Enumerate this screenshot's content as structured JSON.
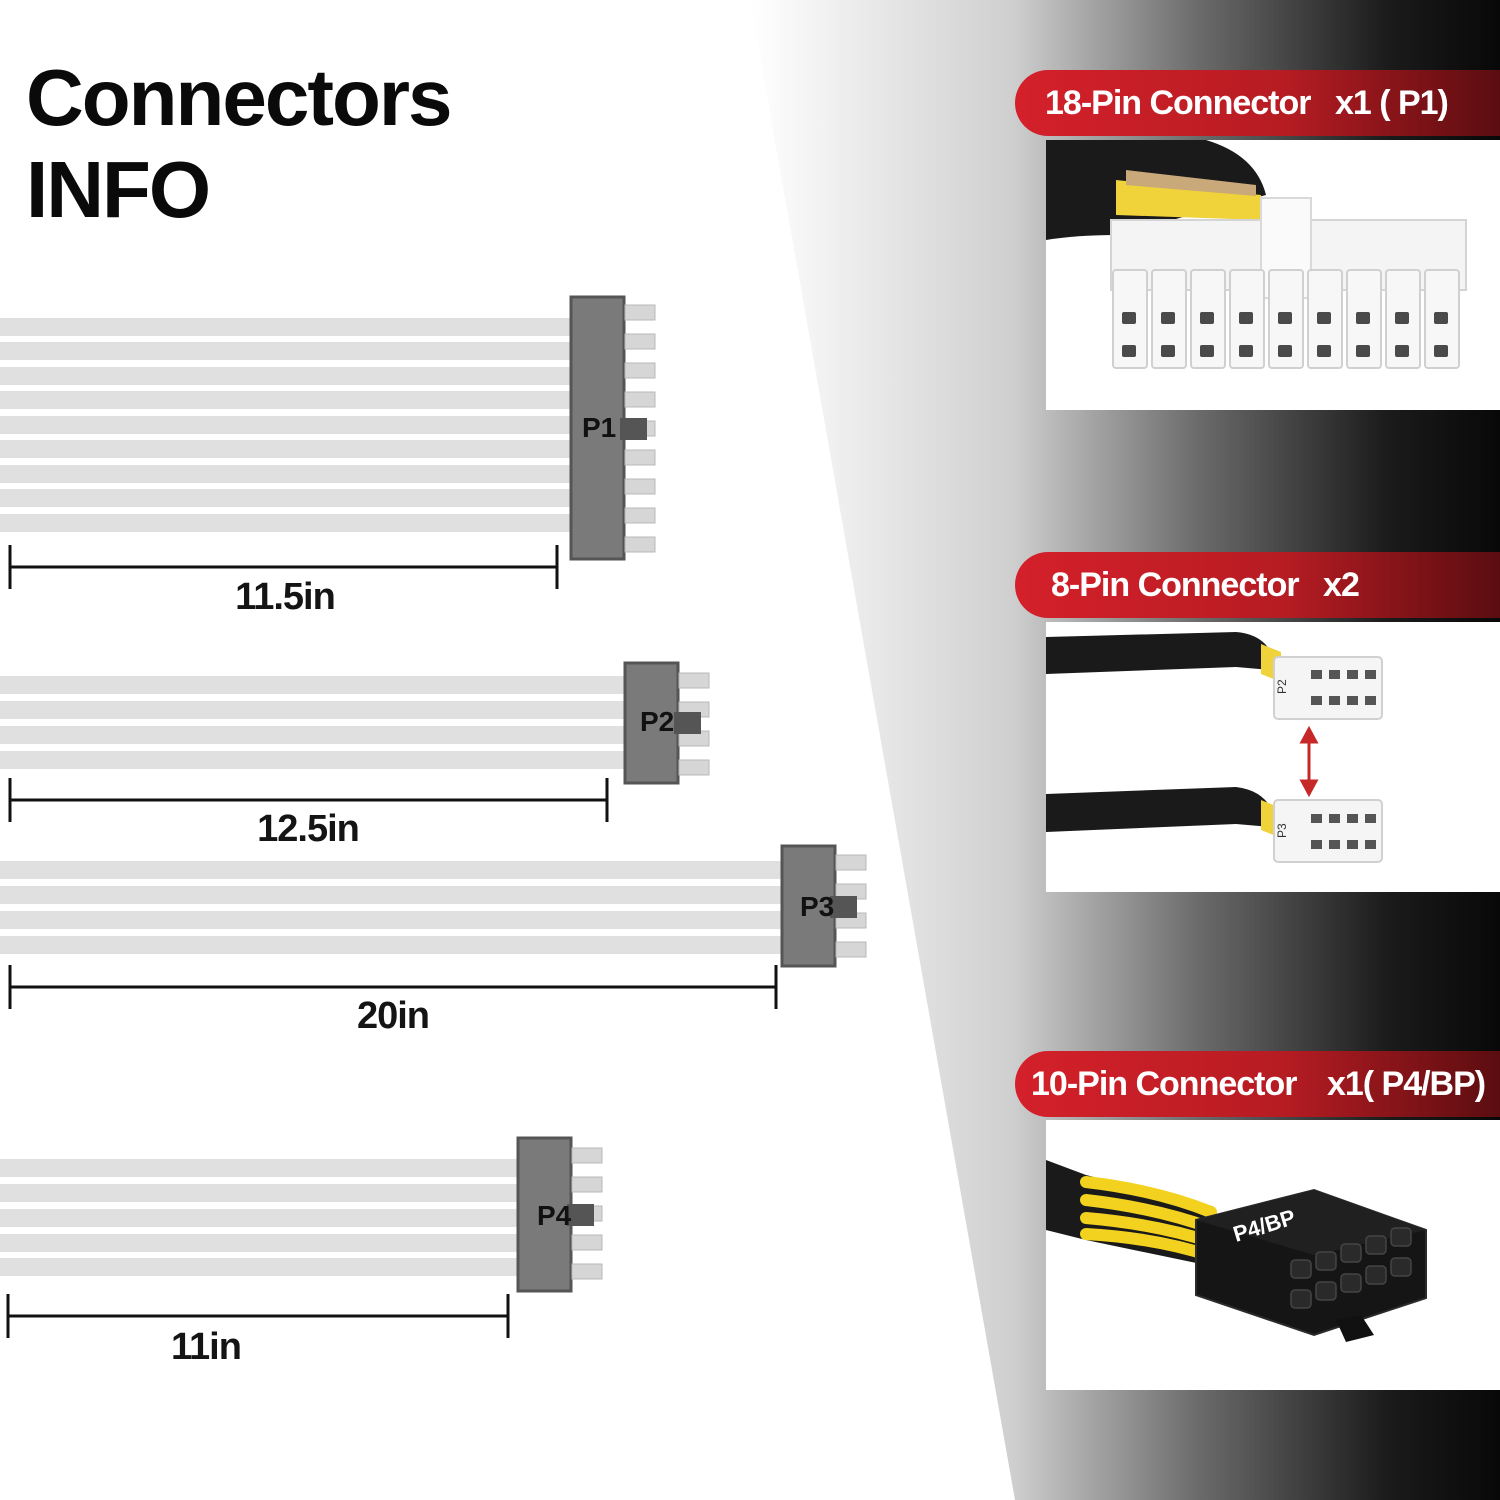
{
  "page": {
    "title_line1": "Connectors",
    "title_line2": "INFO"
  },
  "diagram": {
    "cables": [
      {
        "id": "P1",
        "label": "P1",
        "length": "11.5in"
      },
      {
        "id": "P2",
        "label": "P2",
        "length": "12.5in"
      },
      {
        "id": "P3",
        "label": "P3",
        "length": "20in"
      },
      {
        "id": "P4",
        "label": "P4",
        "length": "11in"
      }
    ]
  },
  "connectors": [
    {
      "name": "18-Pin Connector",
      "qty": "x1 ( P1)"
    },
    {
      "name": "8-Pin Connector",
      "qty": "x2",
      "tags": [
        "P2",
        "P3"
      ]
    },
    {
      "name": "10-Pin Connector",
      "qty": "x1( P4/BP)",
      "tag": "P4/BP"
    }
  ],
  "colors": {
    "accent_red": "#d4202a",
    "wire_gray": "#e0e0e0",
    "connector_gray": "#7a7a7a",
    "wire_yellow": "#f3d21f"
  }
}
